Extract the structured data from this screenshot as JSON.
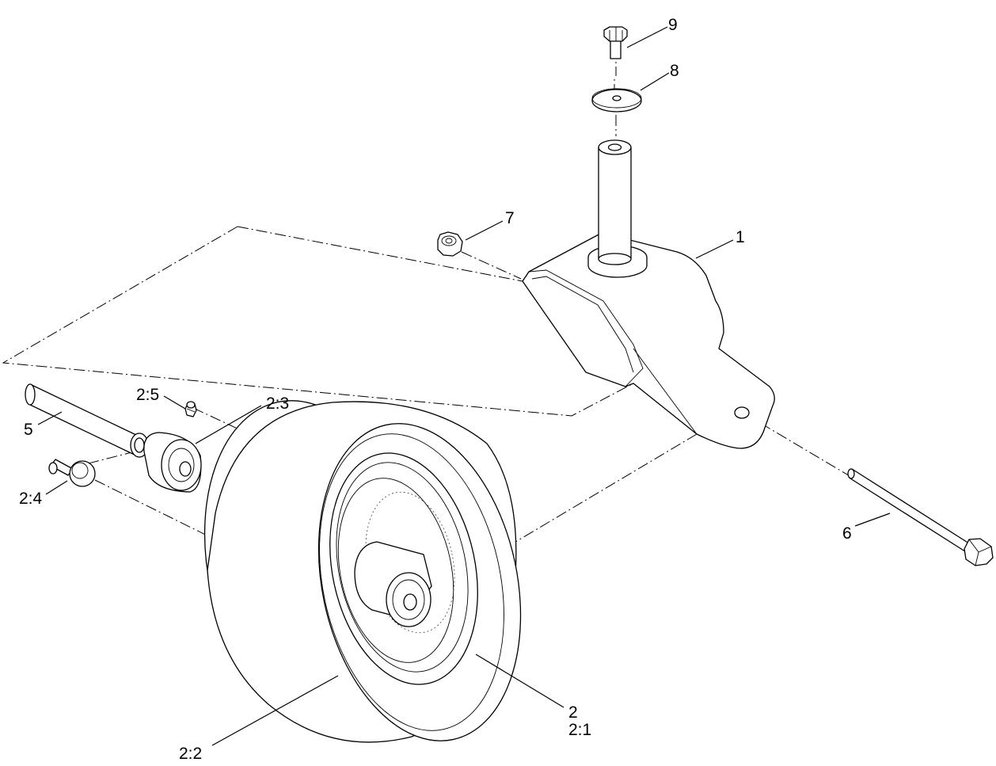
{
  "callouts": {
    "c1": "1",
    "c2": "2",
    "c2_1": "2:1",
    "c2_2": "2:2",
    "c2_3": "2:3",
    "c2_4": "2:4",
    "c2_5": "2:5",
    "c5": "5",
    "c6": "6",
    "c7": "7",
    "c8": "8",
    "c9": "9"
  }
}
